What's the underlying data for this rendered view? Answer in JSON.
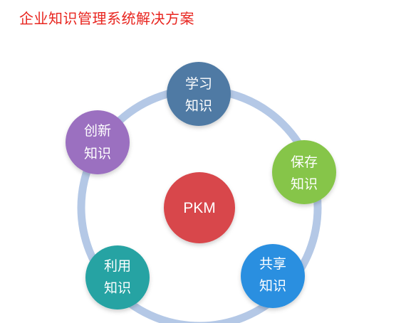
{
  "title": "企业知识管理系统解决方案",
  "colors": {
    "title": "#e8251f",
    "ring": "#b4c8e6",
    "center": "#d8474b",
    "learn": "#4f7aa4",
    "save": "#86c54a",
    "share": "#2a8fe0",
    "use": "#27a3a3",
    "create": "#9b6fc0"
  },
  "center": {
    "label": "PKM"
  },
  "nodes": [
    {
      "id": "learn",
      "line1": "学习",
      "line2": "知识"
    },
    {
      "id": "save",
      "line1": "保存",
      "line2": "知识"
    },
    {
      "id": "share",
      "line1": "共享",
      "line2": "知识"
    },
    {
      "id": "use",
      "line1": "利用",
      "line2": "知识"
    },
    {
      "id": "create",
      "line1": "创新",
      "line2": "知识"
    }
  ]
}
